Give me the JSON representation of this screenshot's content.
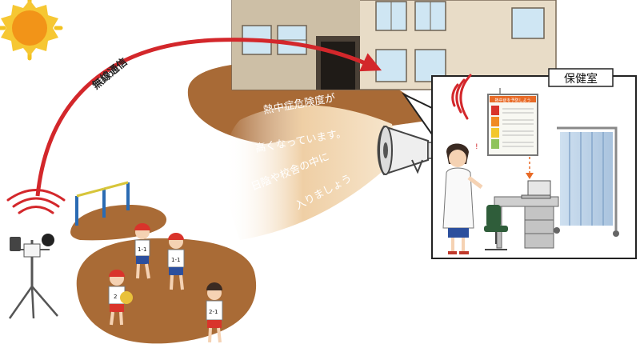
{
  "illustration": {
    "wireless_label": "無線通信",
    "announcement_lines": [
      "熱中症危険度が",
      "高くなっています。",
      "日陰や校舎の中に",
      "入りましょう"
    ],
    "room_label": "保健室",
    "poster_title": "熱中症を予防しよう",
    "bib_numbers": [
      "1-1",
      "1-1",
      "2",
      "2-1"
    ]
  }
}
